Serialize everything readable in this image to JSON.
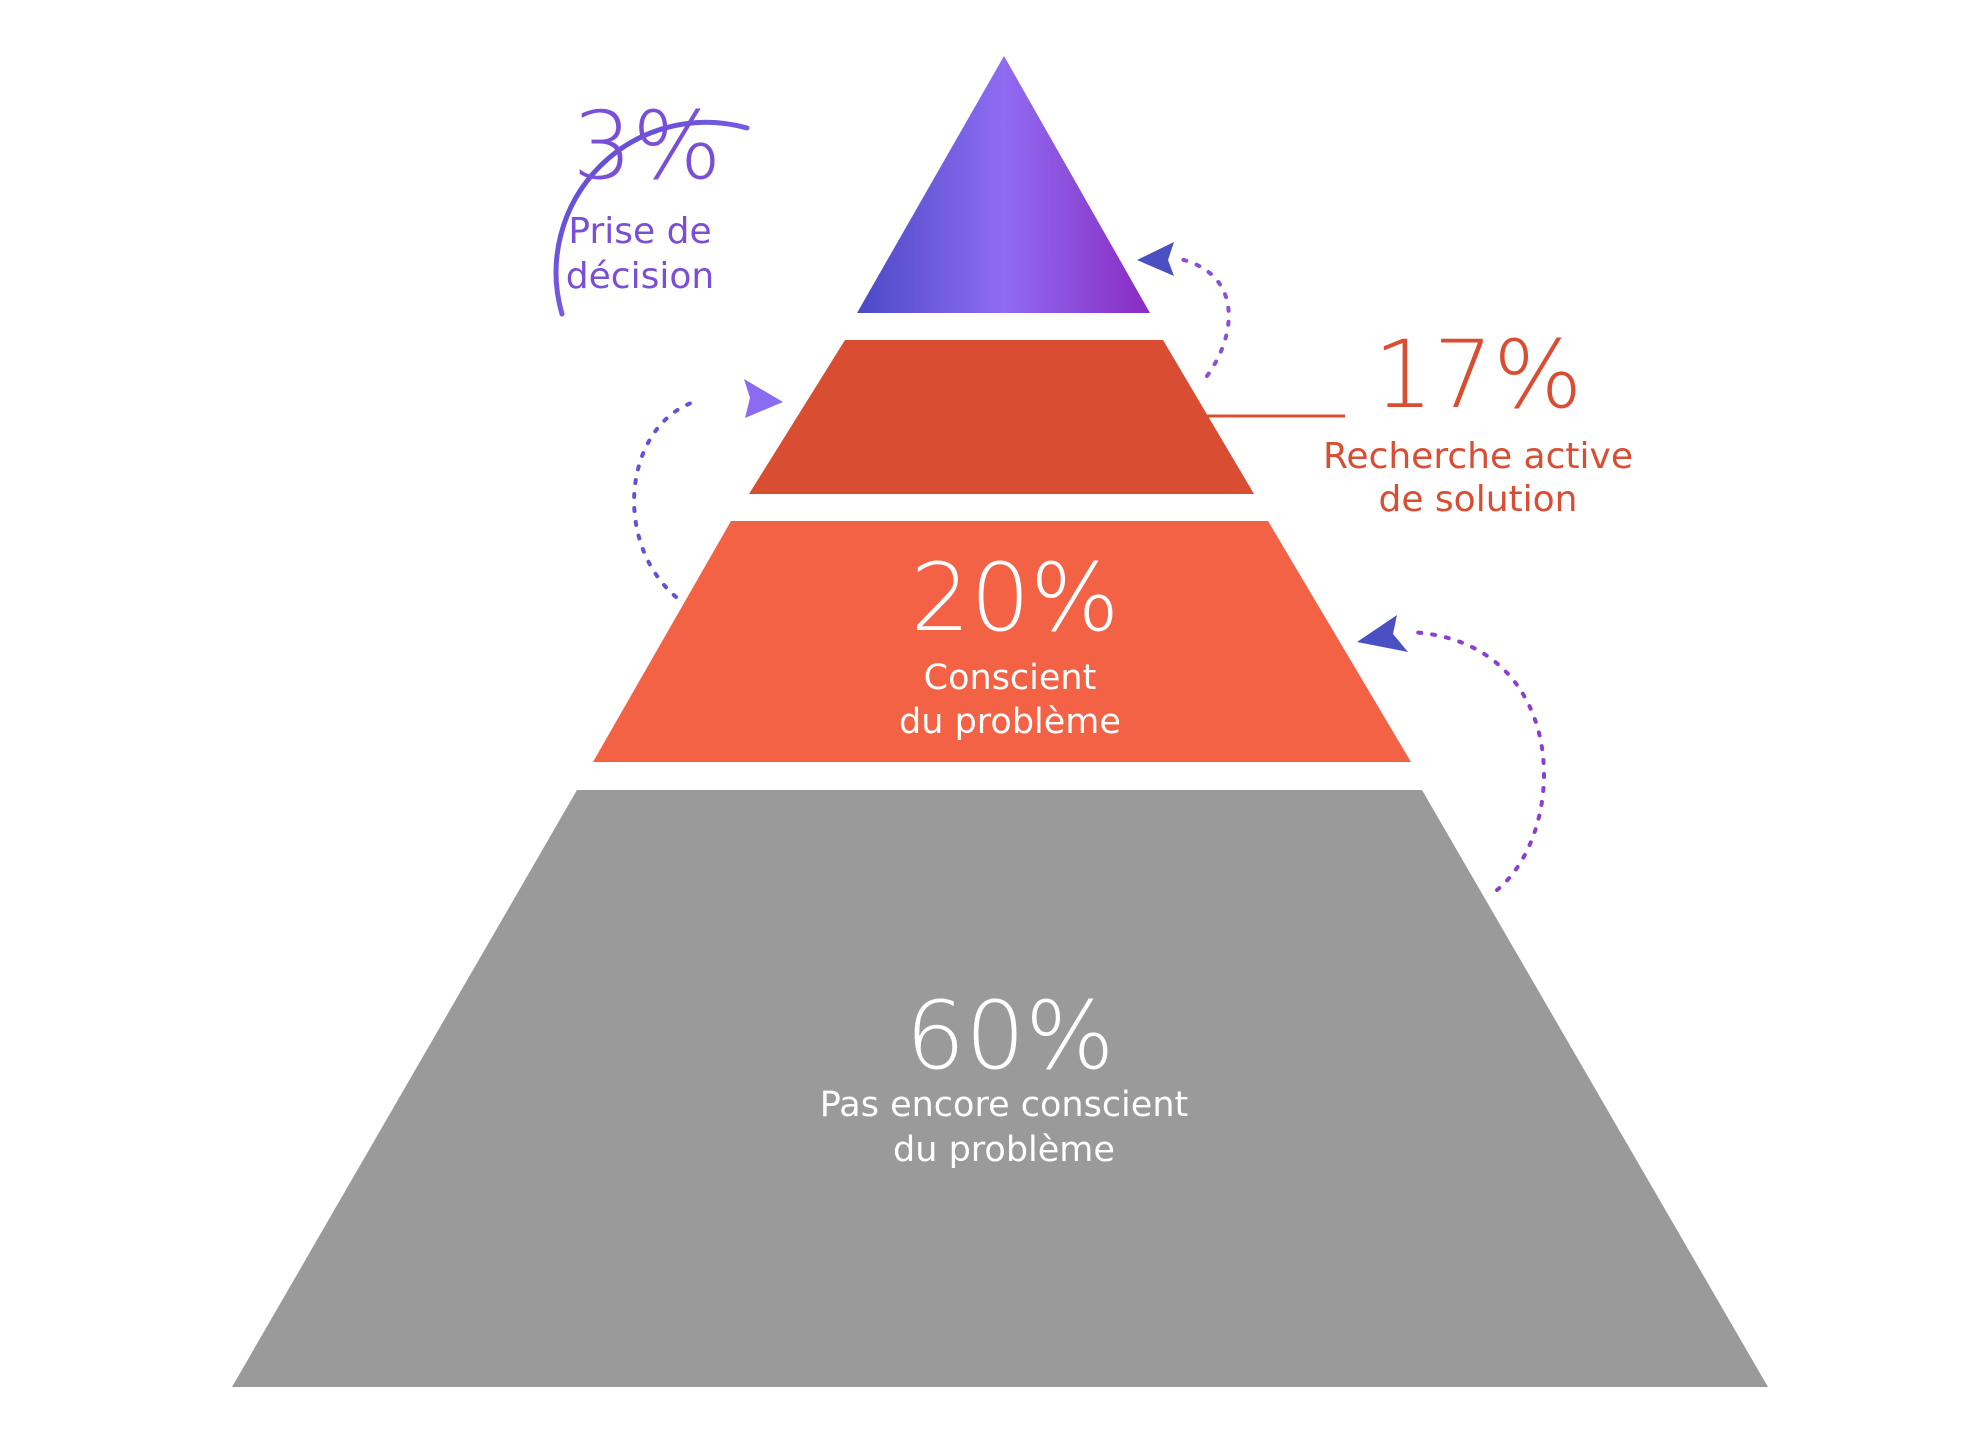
{
  "colors": {
    "purple_dark": "#4a4ac4",
    "purple_mid": "#8f6cf2",
    "purple_deep": "#8a2bc2",
    "red_dark": "#d94e33",
    "orange": "#f36245",
    "gray": "#999a99",
    "white": "#ffffff",
    "arrow_purple": "#7a4fd6",
    "arrow_blue": "#4a50c4"
  },
  "levels": [
    {
      "id": "decision",
      "percent": "3%",
      "label_line1": "Prise de",
      "label_line2": "décision",
      "value": 3
    },
    {
      "id": "active-search",
      "percent": "17%",
      "label_line1": "Recherche active",
      "label_line2": "de solution",
      "value": 17
    },
    {
      "id": "aware",
      "percent": "20%",
      "label_line1": "Conscient",
      "label_line2": "du problème",
      "value": 20
    },
    {
      "id": "unaware",
      "percent": "60%",
      "label_line1": "Pas encore conscient",
      "label_line2": "du problème",
      "value": 60
    }
  ],
  "icons": [
    "curved-arrow-icon",
    "dotted-arrow-icon"
  ]
}
